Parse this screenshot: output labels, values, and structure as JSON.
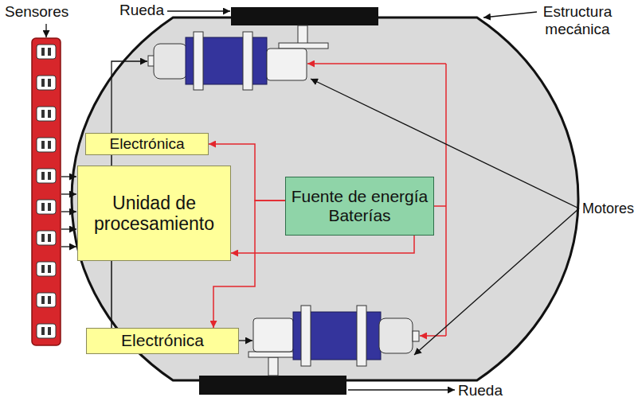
{
  "diagram": {
    "nodes": [
      {
        "text": [
          "Electrónica"
        ]
      },
      {
        "text": [
          "Unidad de procesamiento"
        ]
      },
      {
        "text": [
          "Fuente de energía Baterías"
        ]
      },
      {
        "text": [
          "Electrónica"
        ]
      }
    ],
    "edges": [
      {
        "from": 1,
        "to": 0,
        "arrow": "none"
      },
      {
        "from": 1,
        "to": 3,
        "arrow": "none"
      },
      {
        "from": 2,
        "to": 1,
        "arrow": "to"
      },
      {
        "from": 2,
        "to": 0,
        "arrow": "to"
      },
      {
        "from": 2,
        "to": 3,
        "arrow": "to"
      }
    ],
    "labels": [
      "Rueda",
      "Sensores",
      "Estructura mecánica",
      "Motores",
      "Rueda"
    ]
  }
}
